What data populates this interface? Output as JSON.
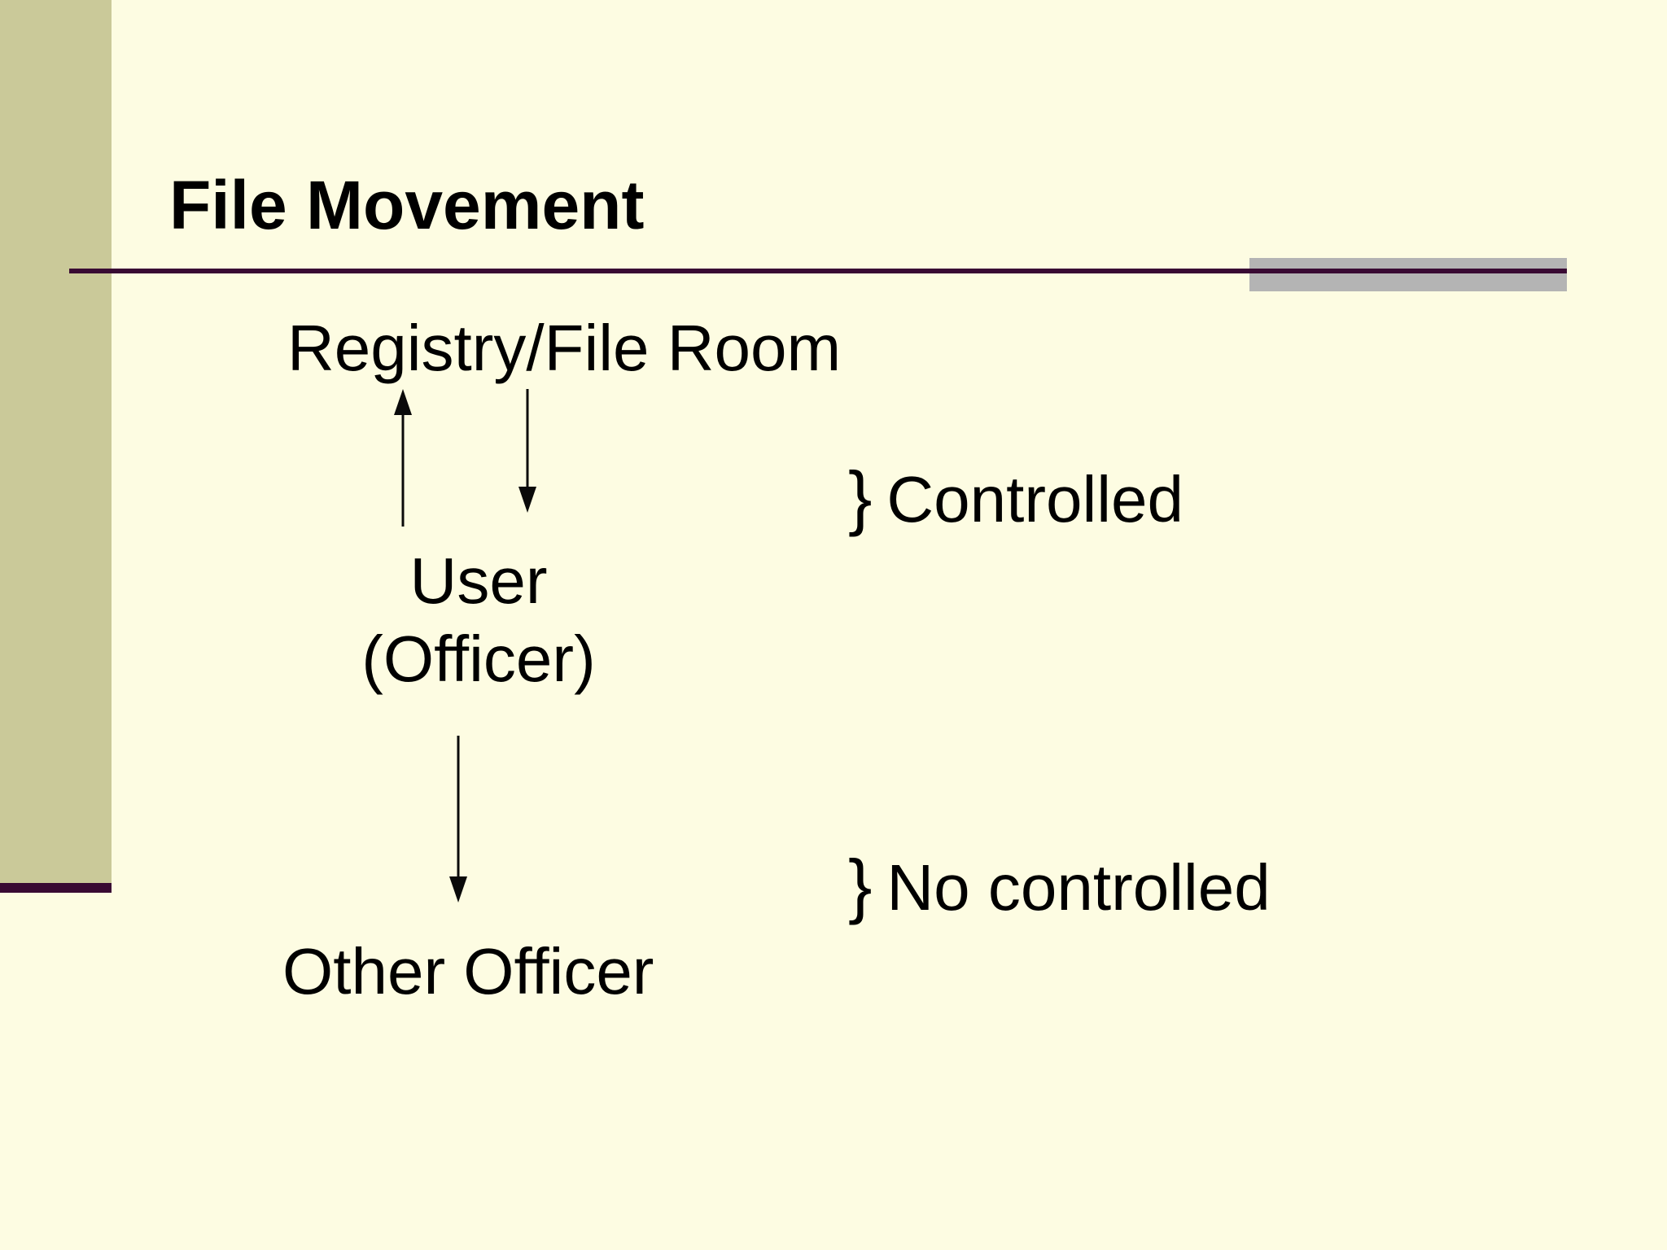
{
  "slide": {
    "title": "File Movement",
    "diagram": {
      "registry_label": "Registry/File Room",
      "user_label_line1": "User",
      "user_label_line2": "(Officer)",
      "other_officer_label": "Other Officer",
      "controlled": {
        "brace": "}",
        "label": "Controlled"
      },
      "no_controlled": {
        "brace": "}",
        "label": "No controlled"
      }
    },
    "colors": {
      "background": "#fdfce2",
      "sidebar": "#cac999",
      "accent_line": "#390a33",
      "gray_accent": "#b4b4b4",
      "text": "#000000",
      "arrow": "#0a0a0a"
    }
  }
}
